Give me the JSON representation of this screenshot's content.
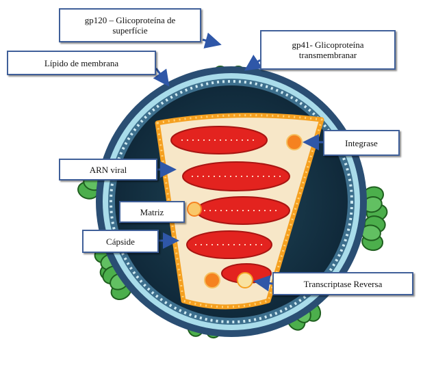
{
  "labels": {
    "gp120": {
      "line1": "gp120 – Glicoproteína de",
      "line2": "superfície"
    },
    "gp41": {
      "line1": "gp41- Glicoproteína",
      "line2": "transmembranar"
    },
    "lipido": {
      "text": "Lípido de membrana"
    },
    "integrase": {
      "text": "Integrase"
    },
    "arn": {
      "text": "ARN viral"
    },
    "matriz": {
      "text": "Matriz"
    },
    "capside": {
      "text": "Cápside"
    },
    "transcriptase": {
      "text": "Transcriptase Reversa"
    }
  },
  "colors": {
    "outer_ring": "#2a4e73",
    "light_ring": "#a9dcea",
    "interior": "#173545",
    "spike_green": "#3c9a3c",
    "capsid_orange": "#f5a020",
    "capsid_fill": "#f7e7c8",
    "rna_red": "#e3231f",
    "arrow": "#2f57a8",
    "label_border": "#3f5f99"
  }
}
